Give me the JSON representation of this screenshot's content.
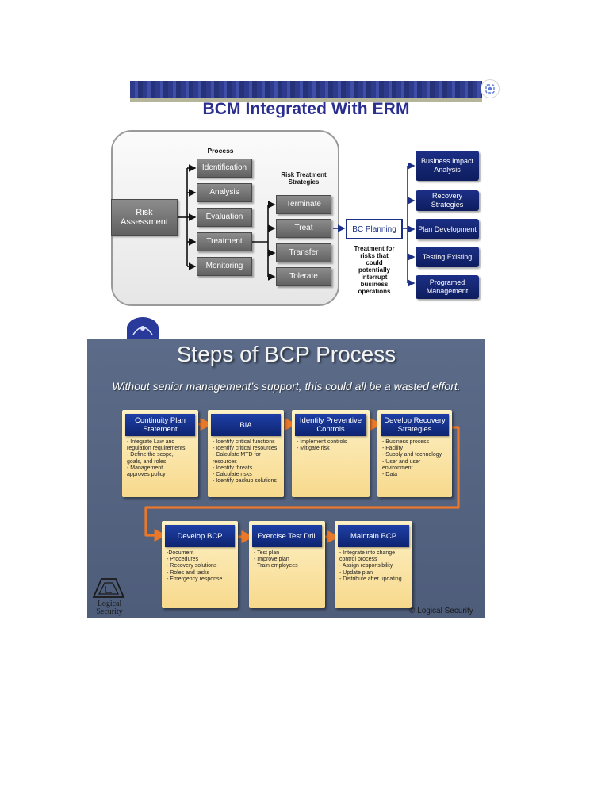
{
  "slide1": {
    "title": "BCM Integrated With ERM",
    "process_label": "Process",
    "risk_assessment": "Risk Assessment",
    "process_steps": [
      "Identification",
      "Analysis",
      "Evaluation",
      "Treatment",
      "Monitoring"
    ],
    "strategies_label": "Risk Treatment Strategies",
    "strategies": [
      "Terminate",
      "Treat",
      "Transfer",
      "Tolerate"
    ],
    "bc_planning": "BC Planning",
    "treatment_note": "Treatment for risks that could potentially interrupt business operations",
    "outputs": [
      "Business Impact Analysis",
      "Recovery Strategies",
      "Plan Development",
      "Testing Existing",
      "Programed Management"
    ]
  },
  "slide2": {
    "title": "Steps of BCP Process",
    "subtitle": "Without senior management’s support, this could all be a wasted effort.",
    "steps": [
      {
        "title": "Continuity Plan Statement",
        "items": [
          "- Integrate Law and",
          "  regulation requirements",
          "- Define the scope,",
          "  goals, and roles",
          "- Management",
          "  approves policy"
        ]
      },
      {
        "title": "BIA",
        "items": [
          "- Identify critical functions",
          "- Identify critical resources",
          "- Calculate MTD for",
          "  resources",
          "- Identify threats",
          "- Calculate risks",
          "- Identify backup solutions"
        ]
      },
      {
        "title": "Identify Preventive Controls",
        "items": [
          "- Implement controls",
          "- Mitigate risk"
        ]
      },
      {
        "title": "Develop Recovery Strategies",
        "items": [
          "- Business process",
          "- Facility",
          "- Supply and technology",
          "- User and user",
          "  environment",
          "- Data"
        ]
      },
      {
        "title": "Develop BCP",
        "items": [
          "-Document",
          "  - Procedures",
          "  - Recovery solutions",
          "  - Roles and tasks",
          "  - Emergency response"
        ]
      },
      {
        "title": "Exercise Test Drill",
        "items": [
          "- Test plan",
          "- Improve plan",
          "- Train employees"
        ]
      },
      {
        "title": "Maintain BCP",
        "items": [
          "- Integrate into change",
          "  control process",
          "- Assign responsibility",
          "- Update plan",
          "- Distribute after updating"
        ]
      }
    ],
    "logo_text": "Logical Security",
    "copyright": "© Logical Security"
  },
  "colors": {
    "title_blue": "#2a2f8f",
    "navy": "#1c2f86",
    "slide_bg": "#56657f",
    "card_yellow": "#f7d98c",
    "arrow_orange": "#e9782a"
  }
}
